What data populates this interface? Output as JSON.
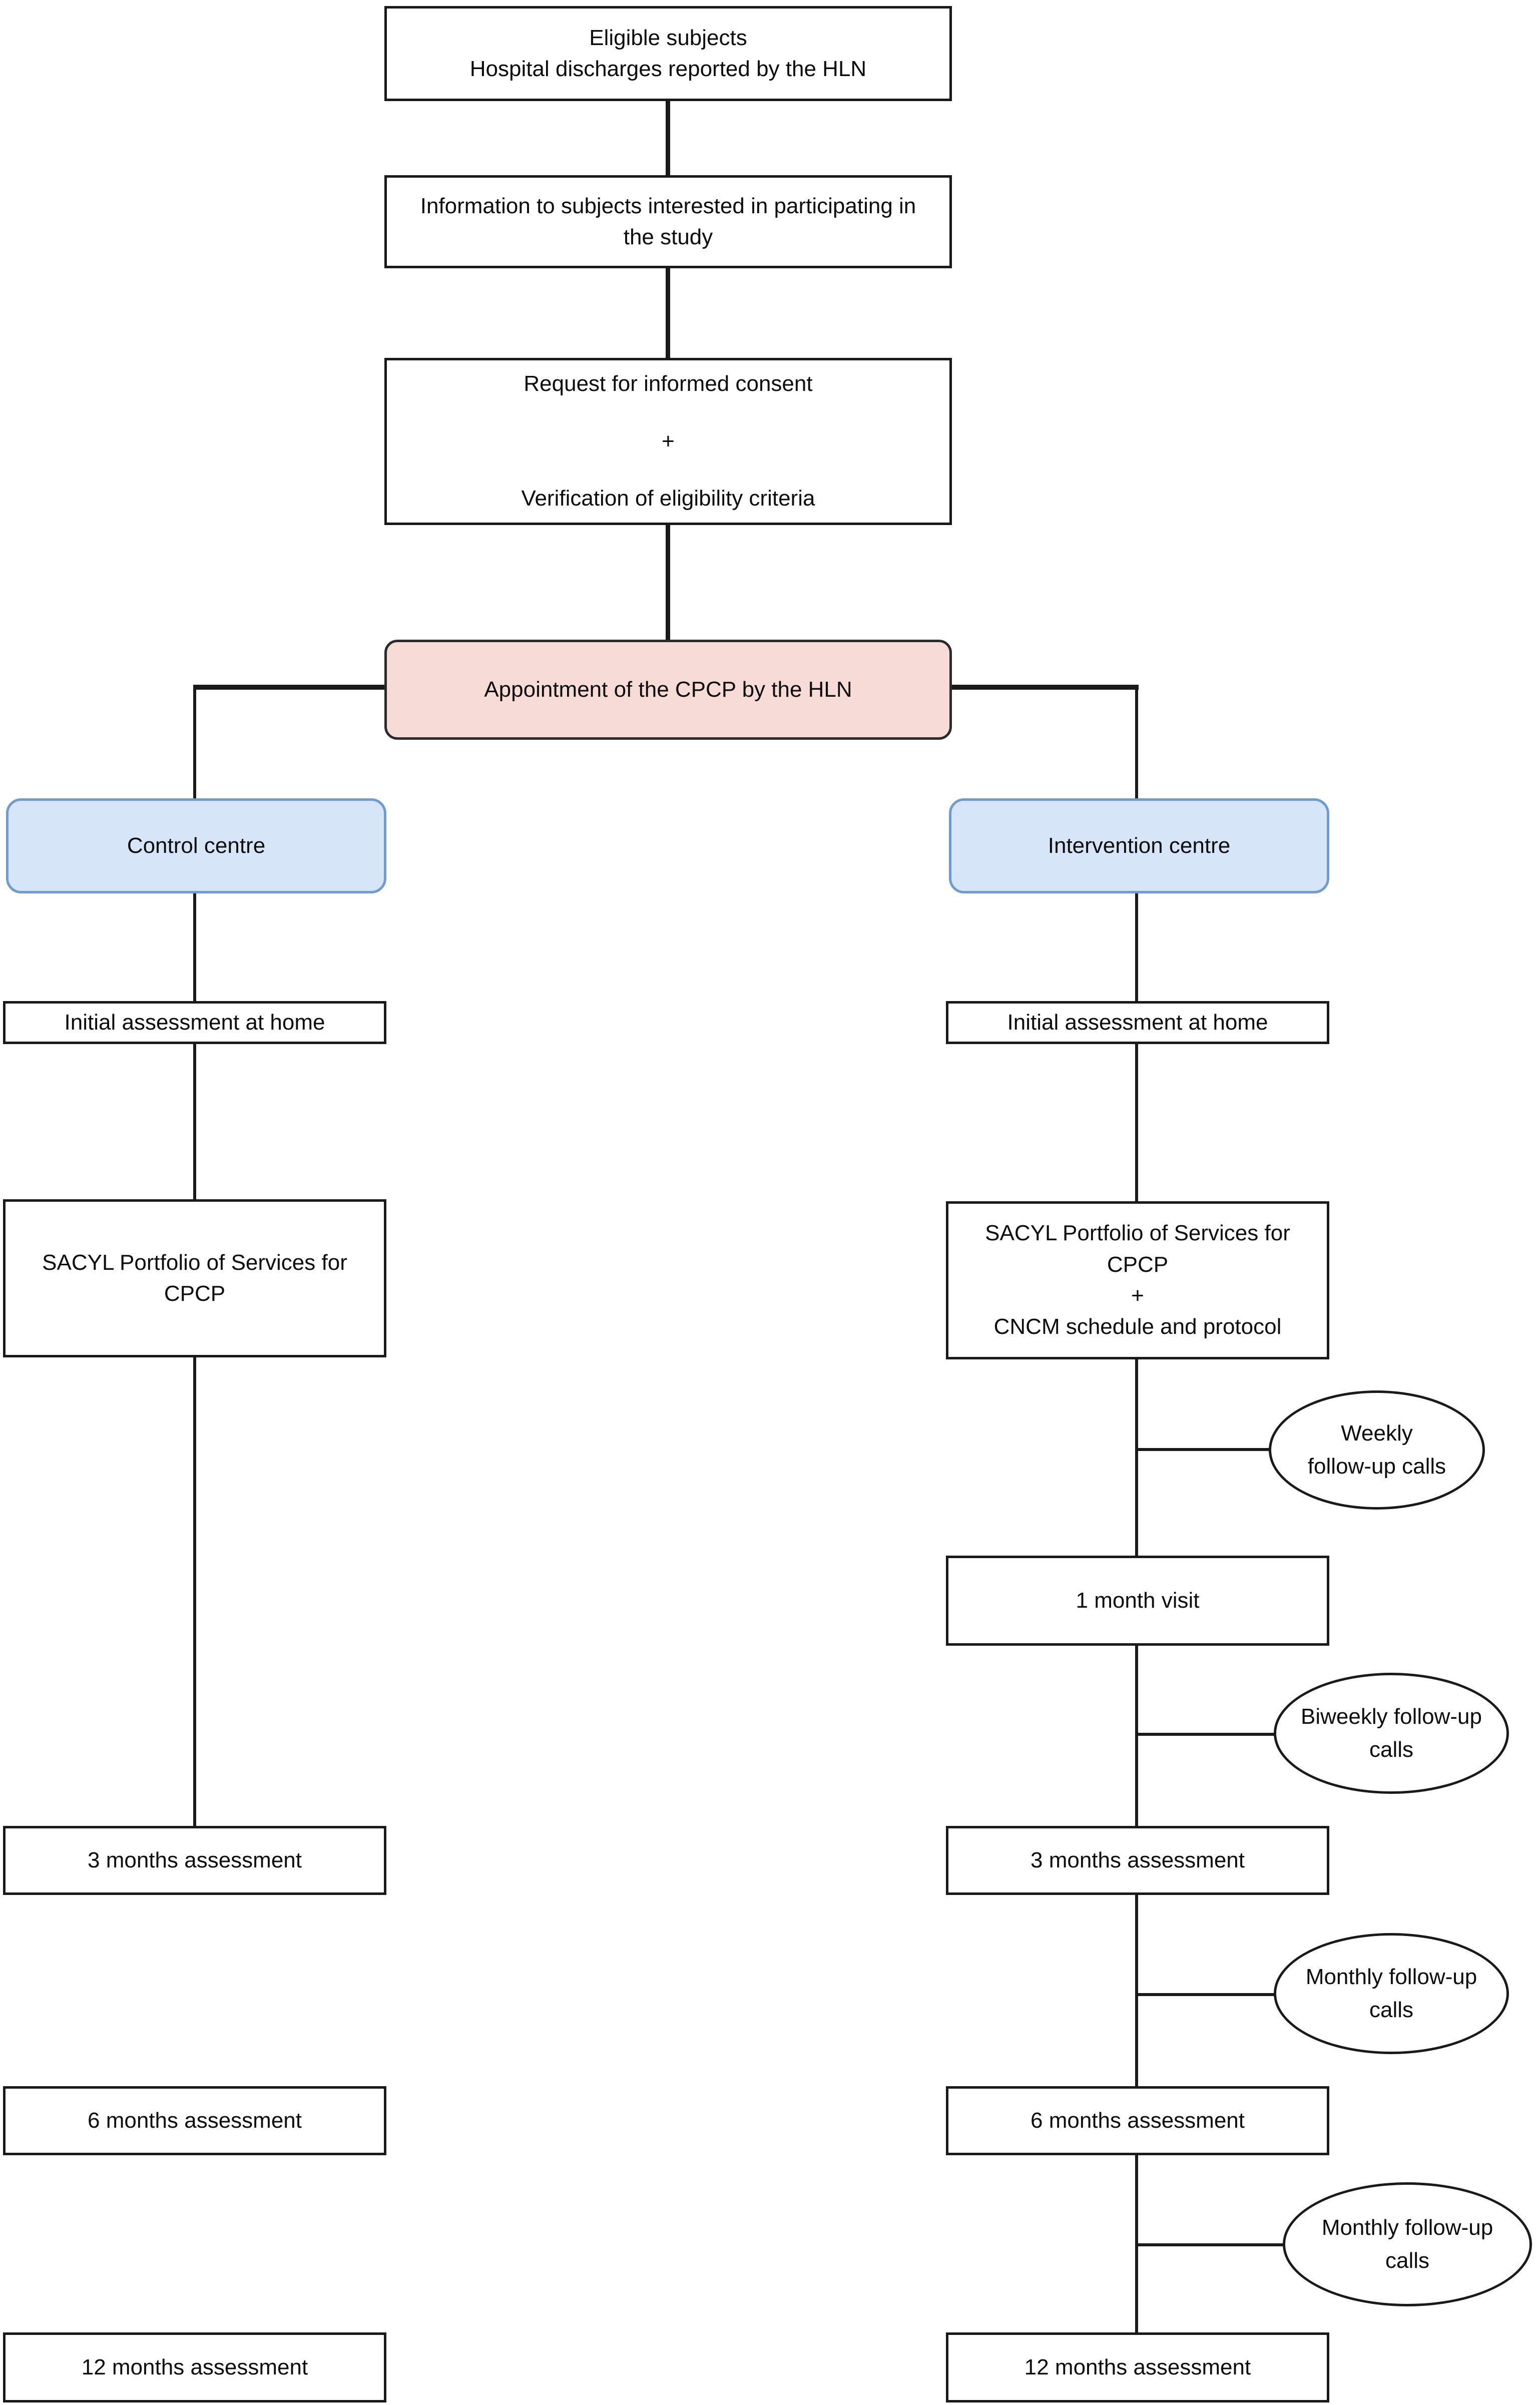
{
  "diagram": {
    "type": "study-flowchart",
    "title": "",
    "colors": {
      "line": "#1a1a1a",
      "box_border": "#1a1a1a",
      "pink_fill": "#f7dbd6",
      "blue_fill": "#d7e5f8",
      "blue_border": "#6f9ad3",
      "background": "#ffffff",
      "text": "#0d0d0d"
    },
    "nodes": {
      "eligible_subjects": {
        "line1": "Eligible subjects",
        "line2": "Hospital discharges reported by the HLN"
      },
      "information": {
        "line1": "Information to subjects interested in participating in",
        "line2": "the study"
      },
      "consent": {
        "line1": "Request for informed consent",
        "plus": "+",
        "line2": "Verification of eligibility criteria"
      },
      "appointment": {
        "label": "Appointment of the CPCP by the HLN"
      },
      "control_centre": {
        "label": "Control centre"
      },
      "intervention_centre": {
        "label": "Intervention centre"
      },
      "control": {
        "initial_assessment": "Initial assessment at home",
        "portfolio_line1": "SACYL Portfolio of Services for",
        "portfolio_line2": "CPCP",
        "assessment_3m": "3 months assessment",
        "assessment_6m": "6 months assessment",
        "assessment_12m": "12 months assessment"
      },
      "intervention": {
        "initial_assessment": "Initial assessment at home",
        "portfolio_line1": "SACYL Portfolio of Services for",
        "portfolio_line2": "CPCP",
        "portfolio_plus": "+",
        "portfolio_line3": "CNCM schedule and protocol",
        "visit_1m": "1 month visit",
        "assessment_3m": "3 months assessment",
        "assessment_6m": "6 months assessment",
        "assessment_12m": "12 months assessment"
      },
      "calls": {
        "weekly_line1": "Weekly",
        "weekly_line2": "follow-up calls",
        "biweekly_line1": "Biweekly follow-up",
        "biweekly_line2": "calls",
        "monthly_a_line1": "Monthly follow-up",
        "monthly_a_line2": "calls",
        "monthly_b_line1": "Monthly follow-up",
        "monthly_b_line2": "calls"
      }
    }
  }
}
